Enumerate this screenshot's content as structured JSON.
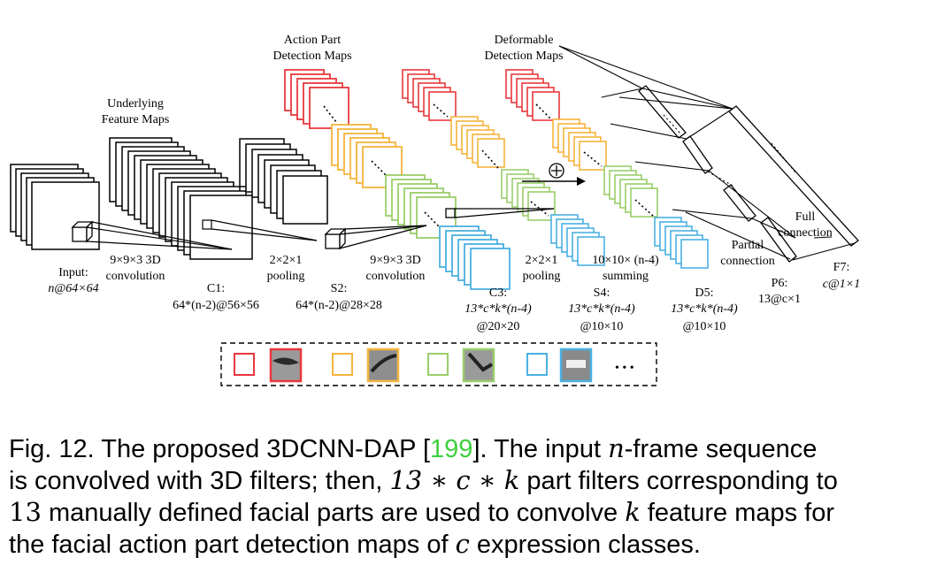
{
  "diagram": {
    "labels": {
      "action_part_1": "Action Part",
      "action_part_2": "Detection Maps",
      "deformable_1": "Deformable",
      "deformable_2": "Detection Maps",
      "underlying_1": "Underlying",
      "underlying_2": "Feature Maps",
      "input_1": "Input:",
      "input_2": "n@64×64",
      "conv1_1": "9×9×3 3D",
      "conv1_2": "convolution",
      "c1_1": "C1:",
      "c1_2": "64*(n-2)@56×56",
      "pool1_1": "2×2×1",
      "pool1_2": "pooling",
      "s2_1": "S2:",
      "s2_2": "64*(n-2)@28×28",
      "conv2_1": "9×9×3 3D",
      "conv2_2": "convolution",
      "c3_1": "C3:",
      "c3_2": "13*c*k*(n-4)",
      "c3_3": "@20×20",
      "pool2_1": "2×2×1",
      "pool2_2": "pooling",
      "sum_1": "10×10× (n-4)",
      "sum_2": "summing",
      "s4_1": "S4:",
      "s4_2": "13*c*k*(n-4)",
      "s4_3": "@10×10",
      "d5_1": "D5:",
      "d5_2": "13*c*k*(n-4)",
      "d5_3": "@10×10",
      "partial_1": "Partial",
      "partial_2": "connection",
      "p6_1": "P6:",
      "p6_2": "13@c×1",
      "full_1": "Full",
      "full_2": "connection",
      "f7_1": "F7:",
      "f7_2": "c@1×1",
      "plus_symbol": "⊕",
      "legend_more": "• • •"
    },
    "colors": {
      "red": "#e8383d",
      "orange": "#f5b43c",
      "green": "#9acd6a",
      "blue": "#4ab0e2",
      "stroke": "#000000"
    }
  },
  "caption": {
    "prefix": "Fig. 12. The proposed 3DCNN-DAP [",
    "ref": "199",
    "line1_rest": "]. The input ",
    "n": "n",
    "line1_end": "-frame sequence",
    "line2_a": "is convolved with 3D filters; then, ",
    "line2_math": "13 ∗ c ∗ k",
    "line2_b": " part filters corresponding to",
    "line3_num": "13",
    "line3_a": " manually defined facial parts are used to convolve ",
    "k": "k",
    "line3_b": " feature maps for",
    "line4_a": "the facial action part detection maps of ",
    "c": "c",
    "line4_b": " expression classes."
  }
}
